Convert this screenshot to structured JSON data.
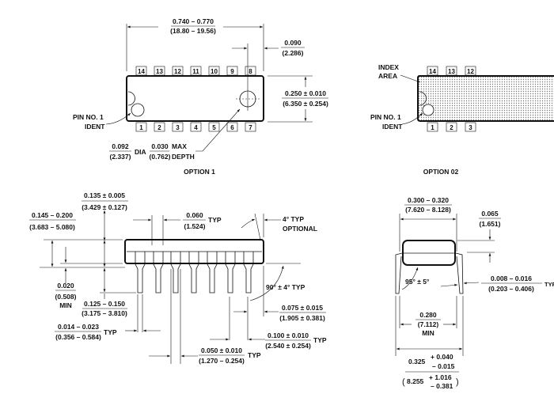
{
  "top_view": {
    "length": {
      "inch": "0.740 – 0.770",
      "mm": "(18.80 – 19.56)"
    },
    "end_offset": {
      "inch": "0.090",
      "mm": "(2.286)"
    },
    "width": {
      "inch": "0.250 ± 0.010",
      "mm": "(6.350 ± 0.254)"
    },
    "pin_ident": [
      "PIN NO. 1",
      "IDENT"
    ],
    "dia": {
      "inch": "0.092",
      "mm": "(2.337)",
      "label": "DIA"
    },
    "depth": {
      "inch": "0.030",
      "mm": "(0.762)",
      "label1": "MAX",
      "label2": "DEPTH"
    },
    "top_pins": [
      "14",
      "13",
      "12",
      "11",
      "10",
      "9",
      "8"
    ],
    "bottom_pins": [
      "1",
      "2",
      "3",
      "4",
      "5",
      "6",
      "7"
    ],
    "caption": "OPTION 1"
  },
  "option2": {
    "index_area": [
      "INDEX",
      "AREA"
    ],
    "pin_ident": [
      "PIN NO. 1",
      "IDENT"
    ],
    "top_pins": [
      "14",
      "13",
      "12"
    ],
    "bottom_pins": [
      "1",
      "2",
      "3"
    ],
    "caption": "OPTION 02"
  },
  "side_view": {
    "seat_height": {
      "inch": "0.135 ± 0.005",
      "mm": "(3.429 ± 0.127)"
    },
    "total_height": {
      "inch": "0.145 – 0.200",
      "mm": "(3.683 – 5.080)"
    },
    "shoulder": {
      "inch": "0.060",
      "mm": "(1.524)",
      "suffix": "TYP"
    },
    "draft": [
      "4° TYP",
      "OPTIONAL"
    ],
    "standoff": {
      "inch": "0.020",
      "mm": "(0.508)",
      "suffix": "MIN"
    },
    "lead_length": {
      "inch": "0.125 – 0.150",
      "mm": "(3.175 – 3.810)"
    },
    "lead_width": {
      "inch": "0.014 – 0.023",
      "mm": "(0.356 – 0.584)",
      "suffix": "TYP"
    },
    "angle": "90° ± 4° TYP",
    "end_lead": {
      "inch": "0.075 ± 0.015",
      "mm": "(1.905 ± 0.381)"
    },
    "pitch": {
      "inch": "0.100 ± 0.010",
      "mm": "(2.540 ± 0.254)",
      "suffix": "TYP"
    },
    "shoulder_width": {
      "inch": "0.050 ± 0.010",
      "mm": "(1.270 – 0.254)",
      "suffix": "TYP"
    }
  },
  "end_view": {
    "body_width": {
      "inch": "0.300 – 0.320",
      "mm": "(7.620 – 8.128)"
    },
    "shoulder_height": {
      "inch": "0.065",
      "mm": "(1.651)"
    },
    "angle": "95° ± 5°",
    "lead_thickness": {
      "inch": "0.008 – 0.016",
      "mm": "(0.203 – 0.406)",
      "suffix": "TYP"
    },
    "inner_span": {
      "inch": "0.280",
      "mm": "(7.112)",
      "suffix": "MIN"
    },
    "outer_span": {
      "base": "0.325",
      "plus": "+ 0.040",
      "minus": "– 0.015",
      "mm_base": "8.255",
      "mm_plus": "+ 1.016",
      "mm_minus": "– 0.381"
    }
  }
}
